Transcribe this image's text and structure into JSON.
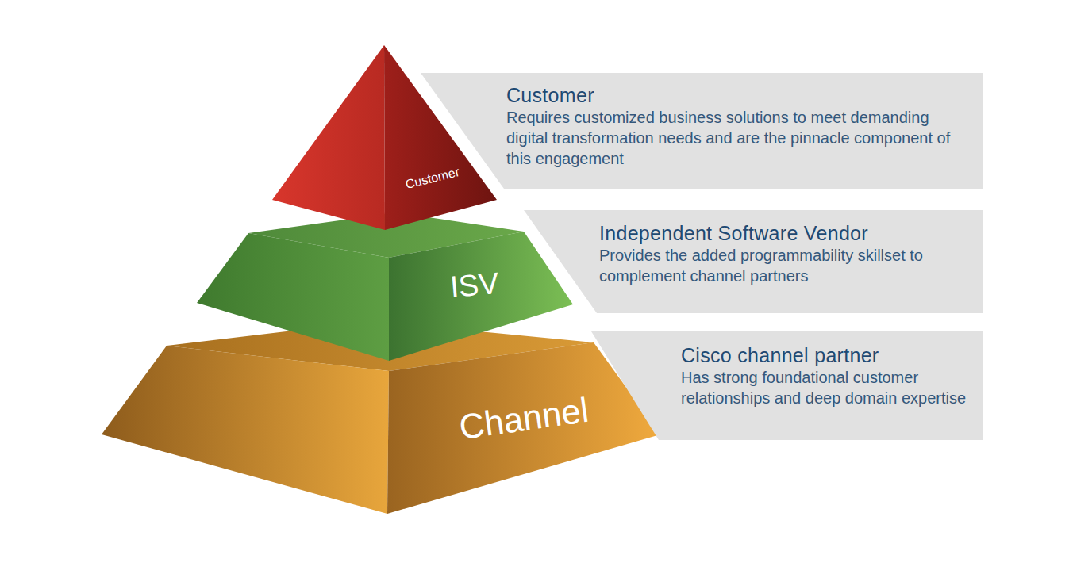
{
  "diagram": {
    "nodes": [
      {
        "text": [
          "Customer"
        ]
      },
      {
        "text": [
          "Customer",
          "Requires customized business solutions to meet demanding digital transformation needs and are the pinnacle component of this engagement"
        ]
      },
      {
        "text": [
          "ISV"
        ]
      },
      {
        "text": [
          "Independent Software Vendor",
          "Provides the added programmability skillset to complement channel partners"
        ]
      },
      {
        "text": [
          "Channel"
        ]
      },
      {
        "text": [
          "Cisco channel partner",
          "Has strong foundational customer relationships and deep domain expertise"
        ]
      }
    ]
  }
}
